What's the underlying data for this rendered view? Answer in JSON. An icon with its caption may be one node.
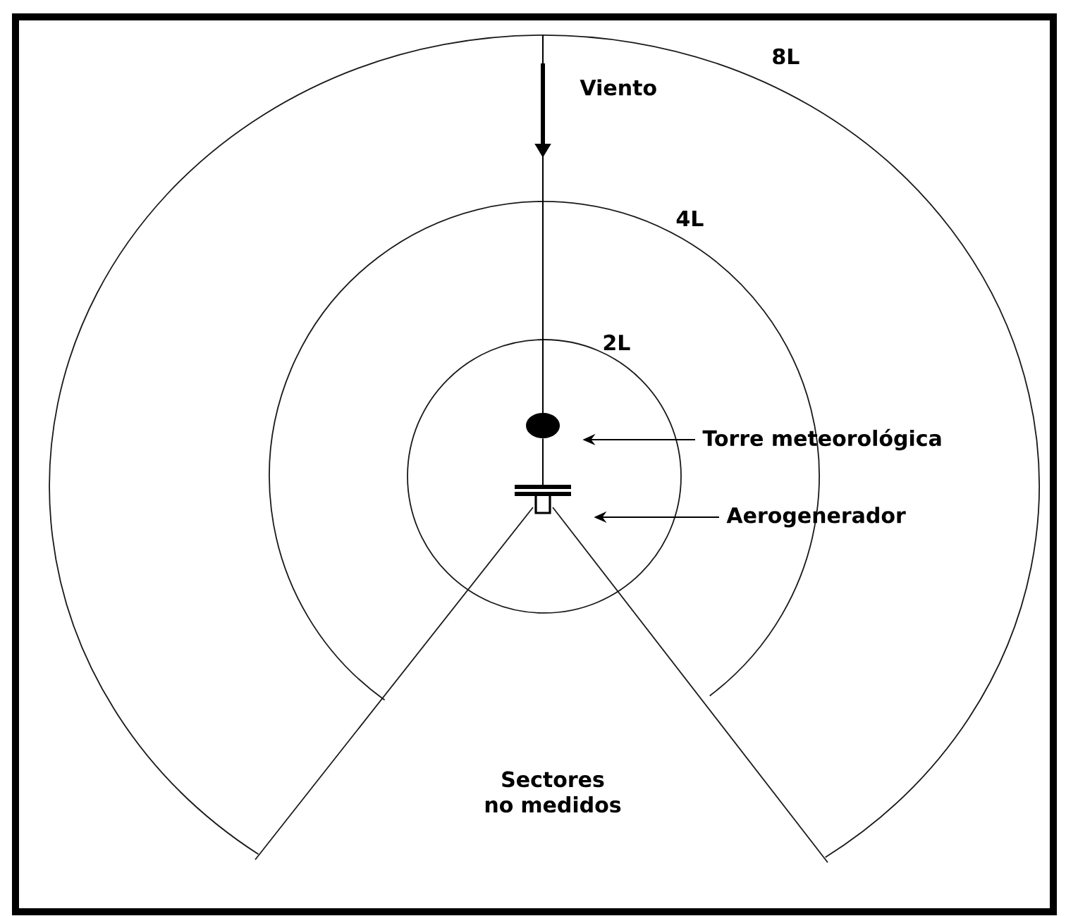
{
  "diagram": {
    "nodes": [
      {
        "text": [
          "Torre meteorológica"
        ]
      },
      {
        "text": [
          "Aerogenerador"
        ]
      },
      {
        "text": [],
        "shape": "circle"
      },
      {
        "text": [],
        "shape": "picture"
      }
    ],
    "edges": [
      {
        "from": 0,
        "to": 2,
        "arrow": "to"
      },
      {
        "from": 1,
        "to": 3,
        "arrow": "to"
      },
      {
        "from": 2,
        "to": 3,
        "arrow": "none"
      }
    ],
    "labels": [
      "Viento",
      "8L",
      "4L",
      "2L",
      "Sectores no medidos"
    ]
  }
}
